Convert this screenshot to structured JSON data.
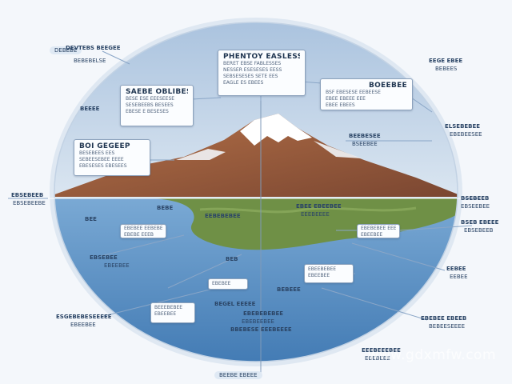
{
  "title_box": {
    "title": "PHENTOY EASLESS",
    "lines": [
      "BERET EBSE FABLESSES",
      "NESSER ESESESES EESS",
      "SEBSESESES SETE EES",
      "EAGLE ES EBEES"
    ]
  },
  "box_left_upper": {
    "title": "SAEBE OBLIBESOE",
    "lines": [
      "BESE ESE EEESEESE",
      "SESEBEEBS BESEES",
      "EBESE E BESESES"
    ]
  },
  "box_left_mid": {
    "title": "BOI GEGEEP",
    "lines": [
      "BESEBEES EES",
      "SEBEESEBEE EEEE",
      "EBESESES EBESEES"
    ]
  },
  "box_right_upper": {
    "title": "BOEEBEE",
    "lines": [
      "BSF EBESESE EEBEESE",
      "EBEE EBEEE EEE",
      "EBEE EBEES"
    ]
  },
  "labels": {
    "top_left": [
      "DEVTEBS BEEGEE",
      "BEBEBELSE"
    ],
    "top_right": [
      "EEGE EBEE",
      "BEBEES"
    ],
    "left_edge": [
      "EBSEBEEB",
      "EBSEBEEBE"
    ],
    "right_upper": [
      "ELSEBEBEE",
      "EBEBEESEE"
    ],
    "right_mid": [
      "BEEBESEE",
      "BSEEBEE"
    ],
    "left_small": [
      "BEEEE"
    ],
    "mid_text": [
      "BEGEL EEEEE"
    ],
    "center_right": [
      "EBEE EBEEBEE",
      "EEEBEEEE"
    ],
    "right_edge_upper": [
      "BSEBEEB",
      "EBSEEBEE"
    ],
    "right_edge_lower": [
      "BSEB EBEEE",
      "EBSEBEEB"
    ],
    "right_lower": [
      "EEBEE",
      "EEBEE"
    ],
    "lower_left": [
      "ESGEBEBESEEEEE",
      "EBEEBEE"
    ],
    "lower_right": [
      "EBEBEE EBEEB",
      "BEBEESEEEE"
    ],
    "bottom_center": [
      "EEEBEEEBEE",
      "EBEBEEE"
    ],
    "water_left": [
      "EBSEBEE",
      "EBEEBEE"
    ],
    "water_mid": [
      "BEE"
    ],
    "water_center": [
      "BEBEEE"
    ],
    "water_lower": [
      "BEB"
    ],
    "land_mid": [
      "EEBEBEBEE"
    ],
    "land_right": [
      "BEBE"
    ],
    "bottom_text": [
      "BBEBESE EEEBEEEE"
    ],
    "bottom_right": [
      "EBEBEBEBEE",
      "EBEBEEBEE"
    ]
  },
  "tags": {
    "top_left_tag": "DEBEBE",
    "bottom_tag": "BEEBE EBEEE"
  },
  "small_boxes": {
    "water_box_1": [
      "EBEBEE EEBEBEE",
      "EBEBE EEEB"
    ],
    "water_box_2": [
      "EBEBEE"
    ],
    "water_box_3": [
      "EBEEBEBEE",
      "EBEEBEE"
    ],
    "water_box_4": [
      "BEEEBEBEE",
      "EBEEBEE"
    ],
    "land_box": [
      "EBEBEBEE EEE",
      "EBEEBEE"
    ]
  },
  "watermark": "www.gdxmfw.com",
  "colors": {
    "sky": "#c9d9ea",
    "water": "#5e93c6",
    "land": "#6f9046",
    "mountain": "#9b5a3c",
    "snow": "#ffffff",
    "box_border": "#8da3bd",
    "text": "#1f3550"
  }
}
